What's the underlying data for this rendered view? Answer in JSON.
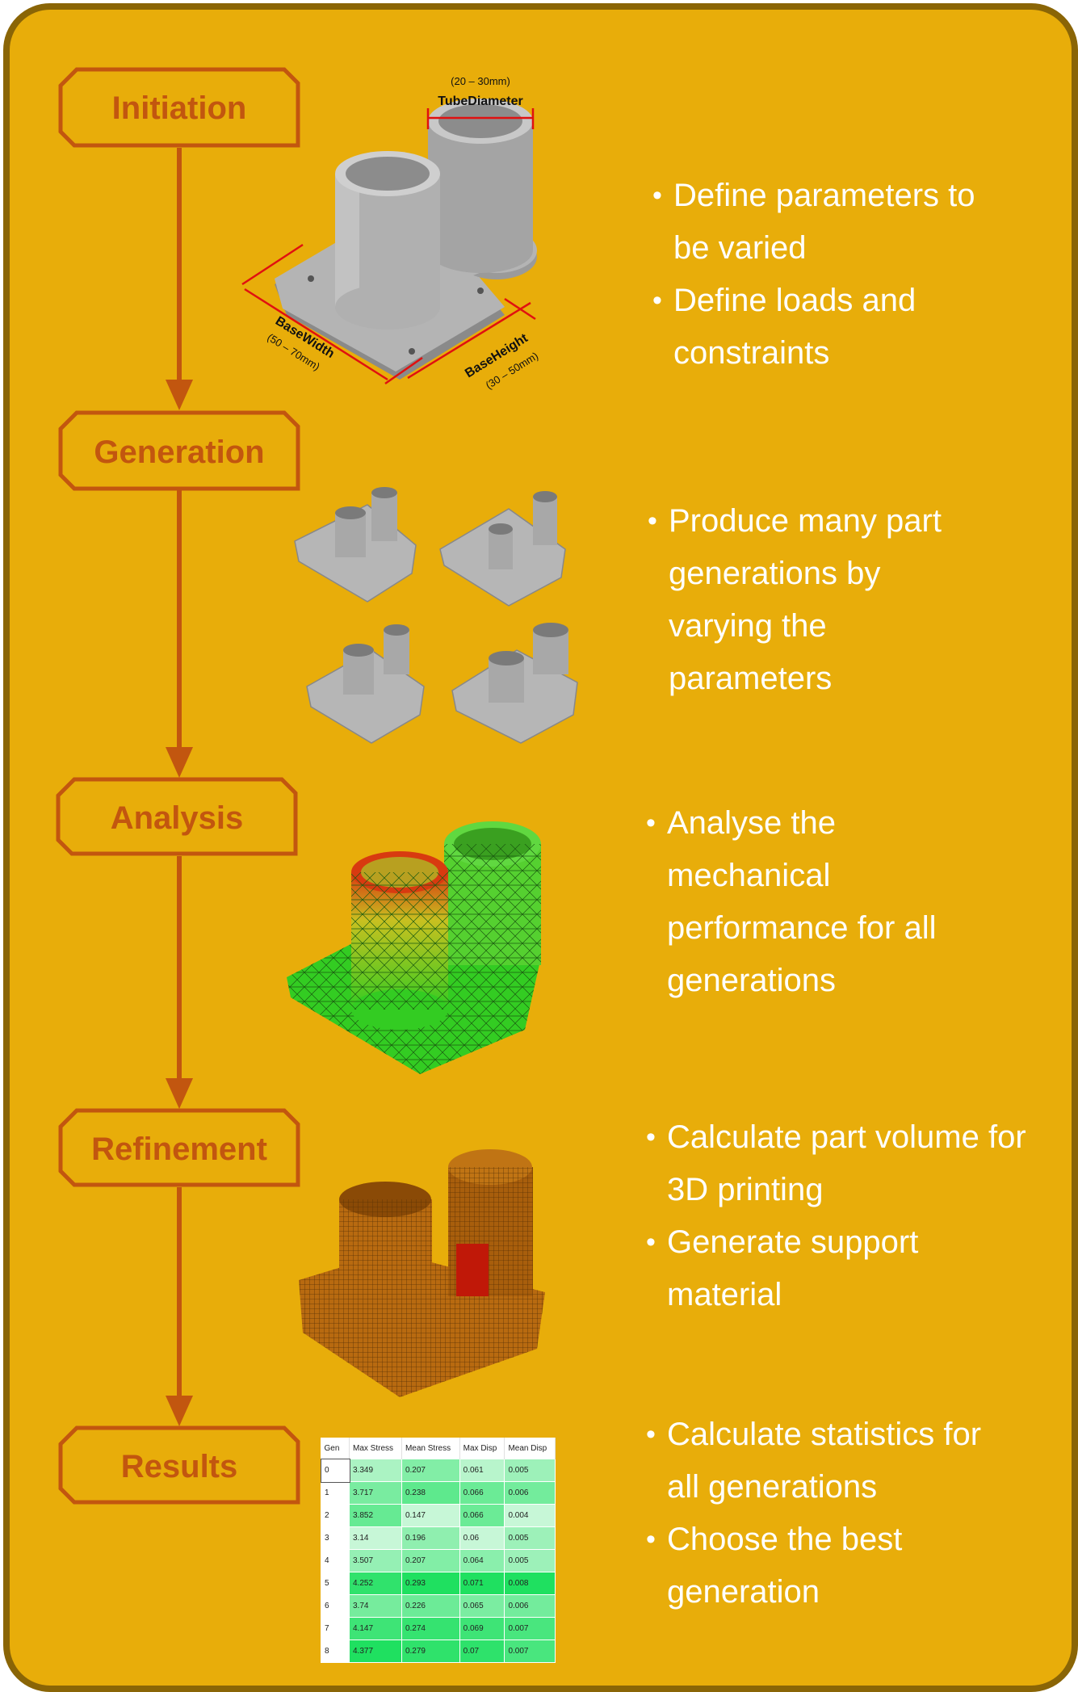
{
  "stages": [
    {
      "label": "Initiation",
      "bullets": [
        "Define parameters to be varied",
        "Define loads and constraints"
      ]
    },
    {
      "label": "Generation",
      "bullets": [
        "Produce many part generations by varying the parameters"
      ]
    },
    {
      "label": "Analysis",
      "bullets": [
        "Analyse the mechanical performance for all generations"
      ]
    },
    {
      "label": "Refinement",
      "bullets": [
        "Calculate part volume for 3D printing",
        "Generate support material"
      ]
    },
    {
      "label": "Results",
      "bullets": [
        "Calculate statistics for all generations",
        "Choose the best generation"
      ]
    }
  ],
  "dimensions": {
    "tube_range": "(20 – 30mm)",
    "tube_label": "TubeDiameter",
    "width_label": "BaseWidth",
    "width_range": "(50 – 70mm)",
    "height_label": "BaseHeight",
    "height_range": "(30 – 50mm)"
  },
  "table": {
    "headers": [
      "Gen",
      "Max Stress",
      "Mean Stress",
      "Max Disp",
      "Mean Disp"
    ],
    "rows": [
      [
        "0",
        "3.349",
        "0.207",
        "0.061",
        "0.005"
      ],
      [
        "1",
        "3.717",
        "0.238",
        "0.066",
        "0.006"
      ],
      [
        "2",
        "3.852",
        "0.147",
        "0.066",
        "0.004"
      ],
      [
        "3",
        "3.14",
        "0.196",
        "0.06",
        "0.005"
      ],
      [
        "4",
        "3.507",
        "0.207",
        "0.064",
        "0.005"
      ],
      [
        "5",
        "4.252",
        "0.293",
        "0.071",
        "0.008"
      ],
      [
        "6",
        "3.74",
        "0.226",
        "0.065",
        "0.006"
      ],
      [
        "7",
        "4.147",
        "0.274",
        "0.069",
        "0.007"
      ],
      [
        "8",
        "4.377",
        "0.279",
        "0.07",
        "0.007"
      ]
    ]
  },
  "colors": {
    "background": "#e8ad0a",
    "frame_border": "#8a6506",
    "label_orange": "#c2560f",
    "stress_high": "#1fe060",
    "stress_low": "#ffffff",
    "mesh_green": "#33cc22",
    "mesh_red": "#d83a10",
    "refine_brown": "#b86a10",
    "part_gray": "#a8a8a8",
    "dimension_red": "#e01010"
  }
}
